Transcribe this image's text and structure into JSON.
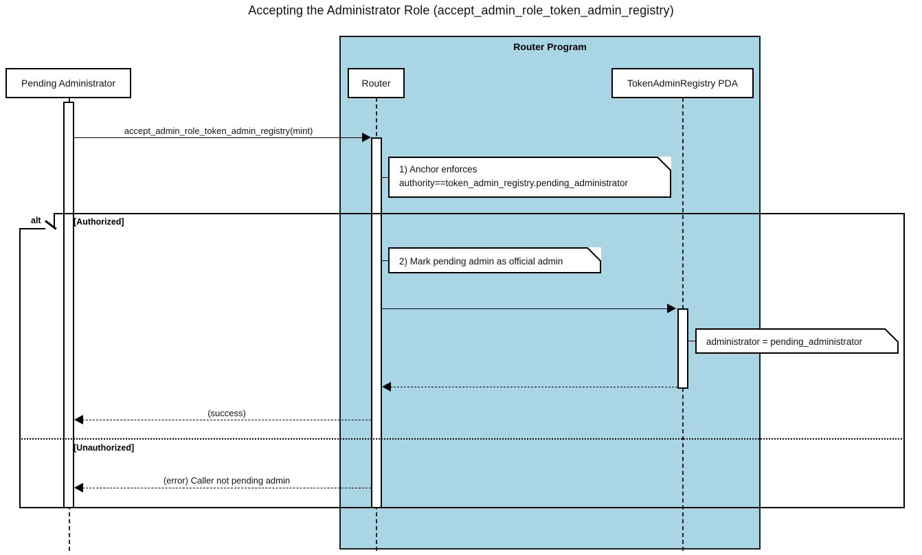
{
  "diagram": {
    "title": "Accepting the Administrator Role (accept_admin_role_token_admin_registry)",
    "type": "uml-sequence-diagram"
  },
  "colors": {
    "group_fill": "#a9d5e5",
    "stroke": "#000000",
    "note_fill": "#ffffff",
    "participant_fill": "#ffffff"
  },
  "group": {
    "label": "Router Program"
  },
  "participants": [
    {
      "id": "pending_admin",
      "label": "Pending Administrator"
    },
    {
      "id": "router",
      "label": "Router"
    },
    {
      "id": "registry_pda",
      "label": "TokenAdminRegistry PDA"
    }
  ],
  "messages": [
    {
      "id": "m1",
      "label": "accept_admin_role_token_admin_registry(mint)",
      "from": "pending_admin",
      "to": "router",
      "style": "solid",
      "arrow": "filled"
    },
    {
      "id": "m2",
      "label": "",
      "from": "router",
      "to": "registry_pda",
      "style": "solid",
      "arrow": "filled"
    },
    {
      "id": "m3",
      "label": "",
      "from": "registry_pda",
      "to": "router",
      "style": "dashed",
      "arrow": "open"
    },
    {
      "id": "m4",
      "label": "(success)",
      "from": "router",
      "to": "pending_admin",
      "style": "dashed",
      "arrow": "open"
    },
    {
      "id": "m5",
      "label": "(error) Caller not pending admin",
      "from": "router",
      "to": "pending_admin",
      "style": "dashed",
      "arrow": "open"
    }
  ],
  "notes": [
    {
      "id": "note1",
      "line1": "1) Anchor enforces",
      "line2": "authority==token_admin_registry.pending_administrator",
      "attached_to": "router"
    },
    {
      "id": "note2",
      "line1": "2) Mark pending admin as official admin",
      "line2": "",
      "attached_to": "router"
    },
    {
      "id": "note3",
      "line1": "administrator = pending_administrator",
      "line2": "",
      "attached_to": "registry_pda"
    }
  ],
  "fragment": {
    "operator": "alt",
    "guards": [
      {
        "id": "guard1",
        "label": "[Authorized]"
      },
      {
        "id": "guard2",
        "label": "[Unauthorized]"
      }
    ]
  }
}
